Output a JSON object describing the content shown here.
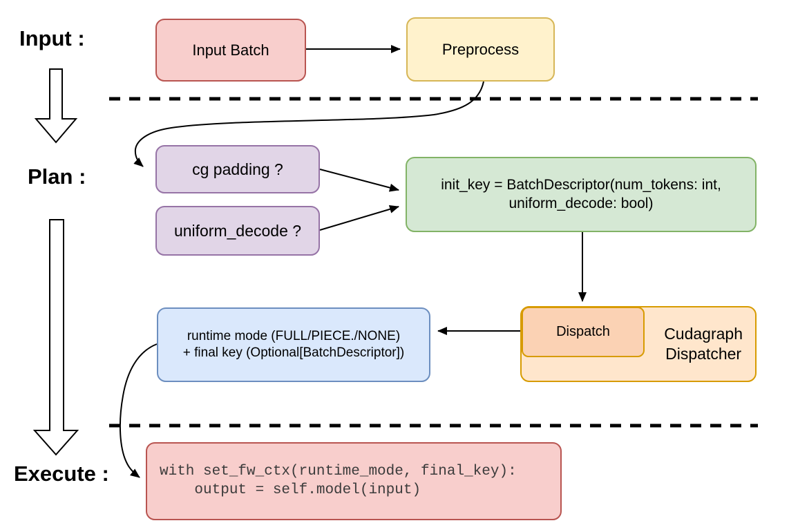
{
  "stage_labels": {
    "input": "Input :",
    "plan": "Plan :",
    "execute": "Execute :"
  },
  "nodes": {
    "input_batch": {
      "label": "Input Batch",
      "fill": "#f8cecc",
      "border": "#b85450"
    },
    "preprocess": {
      "label": "Preprocess",
      "fill": "#fff2cc",
      "border": "#d6b656"
    },
    "cg_padding": {
      "label": "cg padding ?",
      "fill": "#e1d5e7",
      "border": "#9673a6"
    },
    "uniform_decode": {
      "label": "uniform_decode ?",
      "fill": "#e1d5e7",
      "border": "#9673a6"
    },
    "init_key": {
      "line1": "init_key = BatchDescriptor(num_tokens: int,",
      "line2": "uniform_decode: bool)",
      "fill": "#d5e8d4",
      "border": "#82b366"
    },
    "cudagraph_dispatcher": {
      "line1": "Cudagraph",
      "line2": "Dispatcher",
      "fill": "#ffe6cc",
      "border": "#d79b00"
    },
    "dispatch": {
      "label": "Dispatch",
      "fill": "#fbd2b4",
      "border": "#d79b00"
    },
    "runtime_mode": {
      "line1": "runtime mode (FULL/PIECE./NONE)",
      "line2": "+ final key (Optional[BatchDescriptor])",
      "fill": "#dae8fc",
      "border": "#6c8ebf"
    },
    "execute_code": {
      "line1": "with set_fw_ctx(runtime_mode, final_key):",
      "line2": "    output = self.model(input)",
      "fill": "#f8cecc",
      "border": "#b85450"
    }
  },
  "connector_color": "#000000"
}
